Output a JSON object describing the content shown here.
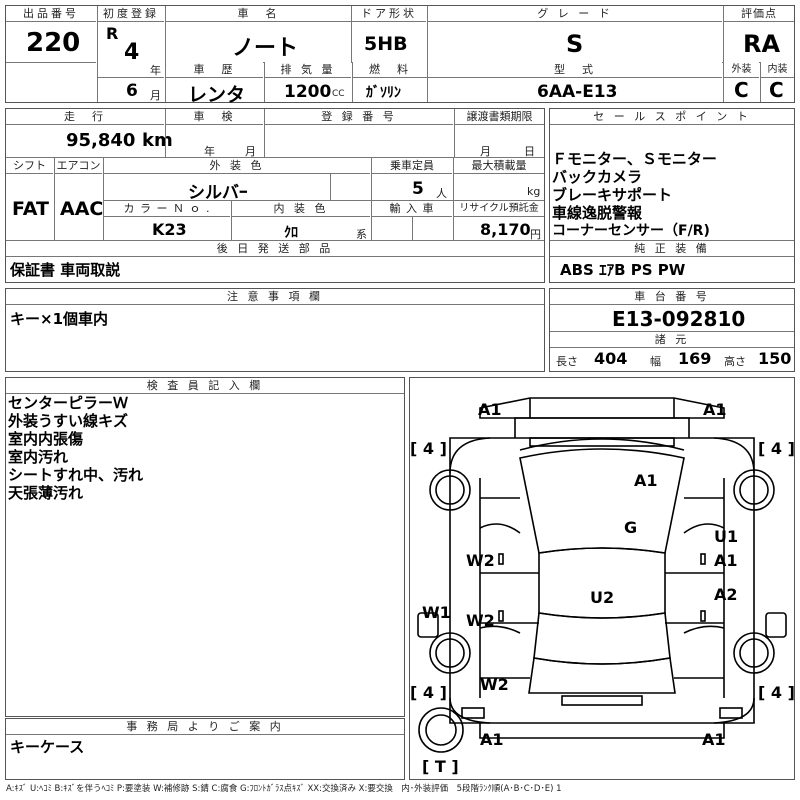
{
  "header": {
    "lot_label": "出品番号",
    "lot_value": "220",
    "reg_label": "初度登録",
    "era": "R",
    "reg_year": "4",
    "year_unit": "年",
    "reg_month": "6",
    "month_unit": "月",
    "name_label": "車　名",
    "name_value": "ノート",
    "door_label": "ドア形状",
    "door_value": "5HB",
    "grade_label": "グ レ ー ド",
    "grade_value": "S",
    "score_label": "評価点",
    "score_value": "RA",
    "history_label": "車　歴",
    "history_value": "レンタ",
    "displacement_label": "排 気 量",
    "displacement_value": "1200",
    "displacement_unit": "CC",
    "fuel_label": "燃　料",
    "fuel_value": "ｶﾞｿﾘﾝ",
    "model_label": "型　式",
    "model_value": "6AA-E13",
    "exterior_label": "外装",
    "exterior_value": "C",
    "interior_label": "内装",
    "interior_value": "C"
  },
  "specs": {
    "mileage_label": "走　行",
    "mileage_value": "95,840",
    "mileage_unit": "km",
    "inspection_label": "車　検",
    "inspection_year_unit": "年",
    "inspection_month_unit": "月",
    "reg_no_label": "登 録 番 号",
    "transfer_label": "譲渡書類期限",
    "transfer_month_unit": "月",
    "transfer_day_unit": "日",
    "shift_label": "シフト",
    "shift_value": "FAT",
    "ac_label": "エアコン",
    "ac_value": "AAC",
    "color_label": "外 装 色",
    "color_value": "シルバｰ",
    "capacity_label": "乗車定員",
    "capacity_value": "5",
    "capacity_unit": "人",
    "load_label": "最大積載量",
    "load_unit": "kg",
    "color_no_label": "カ ラ ー Ｎ ｏ .",
    "color_no_value": "K23",
    "int_color_label": "内 装 色",
    "int_color_value": "ｸﾛ",
    "int_color_unit": "系",
    "import_label": "輸 入 車",
    "recycle_label": "リサイクル預託金",
    "recycle_value": "8,170",
    "recycle_unit": "円"
  },
  "sales_points": {
    "label": "セ ー ル ス ポ イ ン ト",
    "lines": [
      "Ｆモニター、Ｓモニター",
      "バックカメラ",
      "ブレーキサポート",
      "車線逸脱警報",
      "コーナーセンサー（F/R)"
    ]
  },
  "later_parts": {
    "label": "後 日 発 送 部 品",
    "value": "保証書 車両取説"
  },
  "equipment": {
    "label": "純 正 装 備",
    "value": "ABS ｴｱB PS PW"
  },
  "notes": {
    "label": "注 意 事 項 欄",
    "value": "キー×1個車内"
  },
  "chassis": {
    "label": "車 台 番 号",
    "value": "E13-092810"
  },
  "dimensions": {
    "label": "諸 元",
    "length_label": "長さ",
    "length_value": "404",
    "width_label": "幅",
    "width_value": "169",
    "height_label": "高さ",
    "height_value": "150"
  },
  "inspector": {
    "label": "検 査 員 記 入 欄",
    "lines": [
      "センターピラーＷ",
      "外装うすい線キズ",
      "室内内張傷",
      "室内汚れ",
      "シートすれ中、汚れ",
      "天張薄汚れ"
    ]
  },
  "office": {
    "label": "事 務 局 よ り ご 案 内",
    "value": "キーケース"
  },
  "diagram": {
    "marks": [
      "A1",
      "A1",
      "A1",
      "G",
      "U1",
      "A1",
      "W2",
      "W2",
      "U2",
      "A2",
      "W1",
      "W2",
      "A1",
      "A1"
    ],
    "tires": [
      "[ 4 ]",
      "[ 4 ]",
      "[ 4 ]",
      "[ 4 ]",
      "[ T ]"
    ]
  },
  "legend": "A:ｷｽﾞ U:ﾍｺﾐ B:ｷｽﾞを伴うﾍｺﾐ P:要塗装 W:補修跡 S:錆 C:腐食 G:ﾌﾛﾝﾄｶﾞﾗｽ点ｷｽﾞ XX:交換済み X:要交換　内･外装評価　5段階ﾗﾝｸ順(A･B･C･D･E) 1"
}
